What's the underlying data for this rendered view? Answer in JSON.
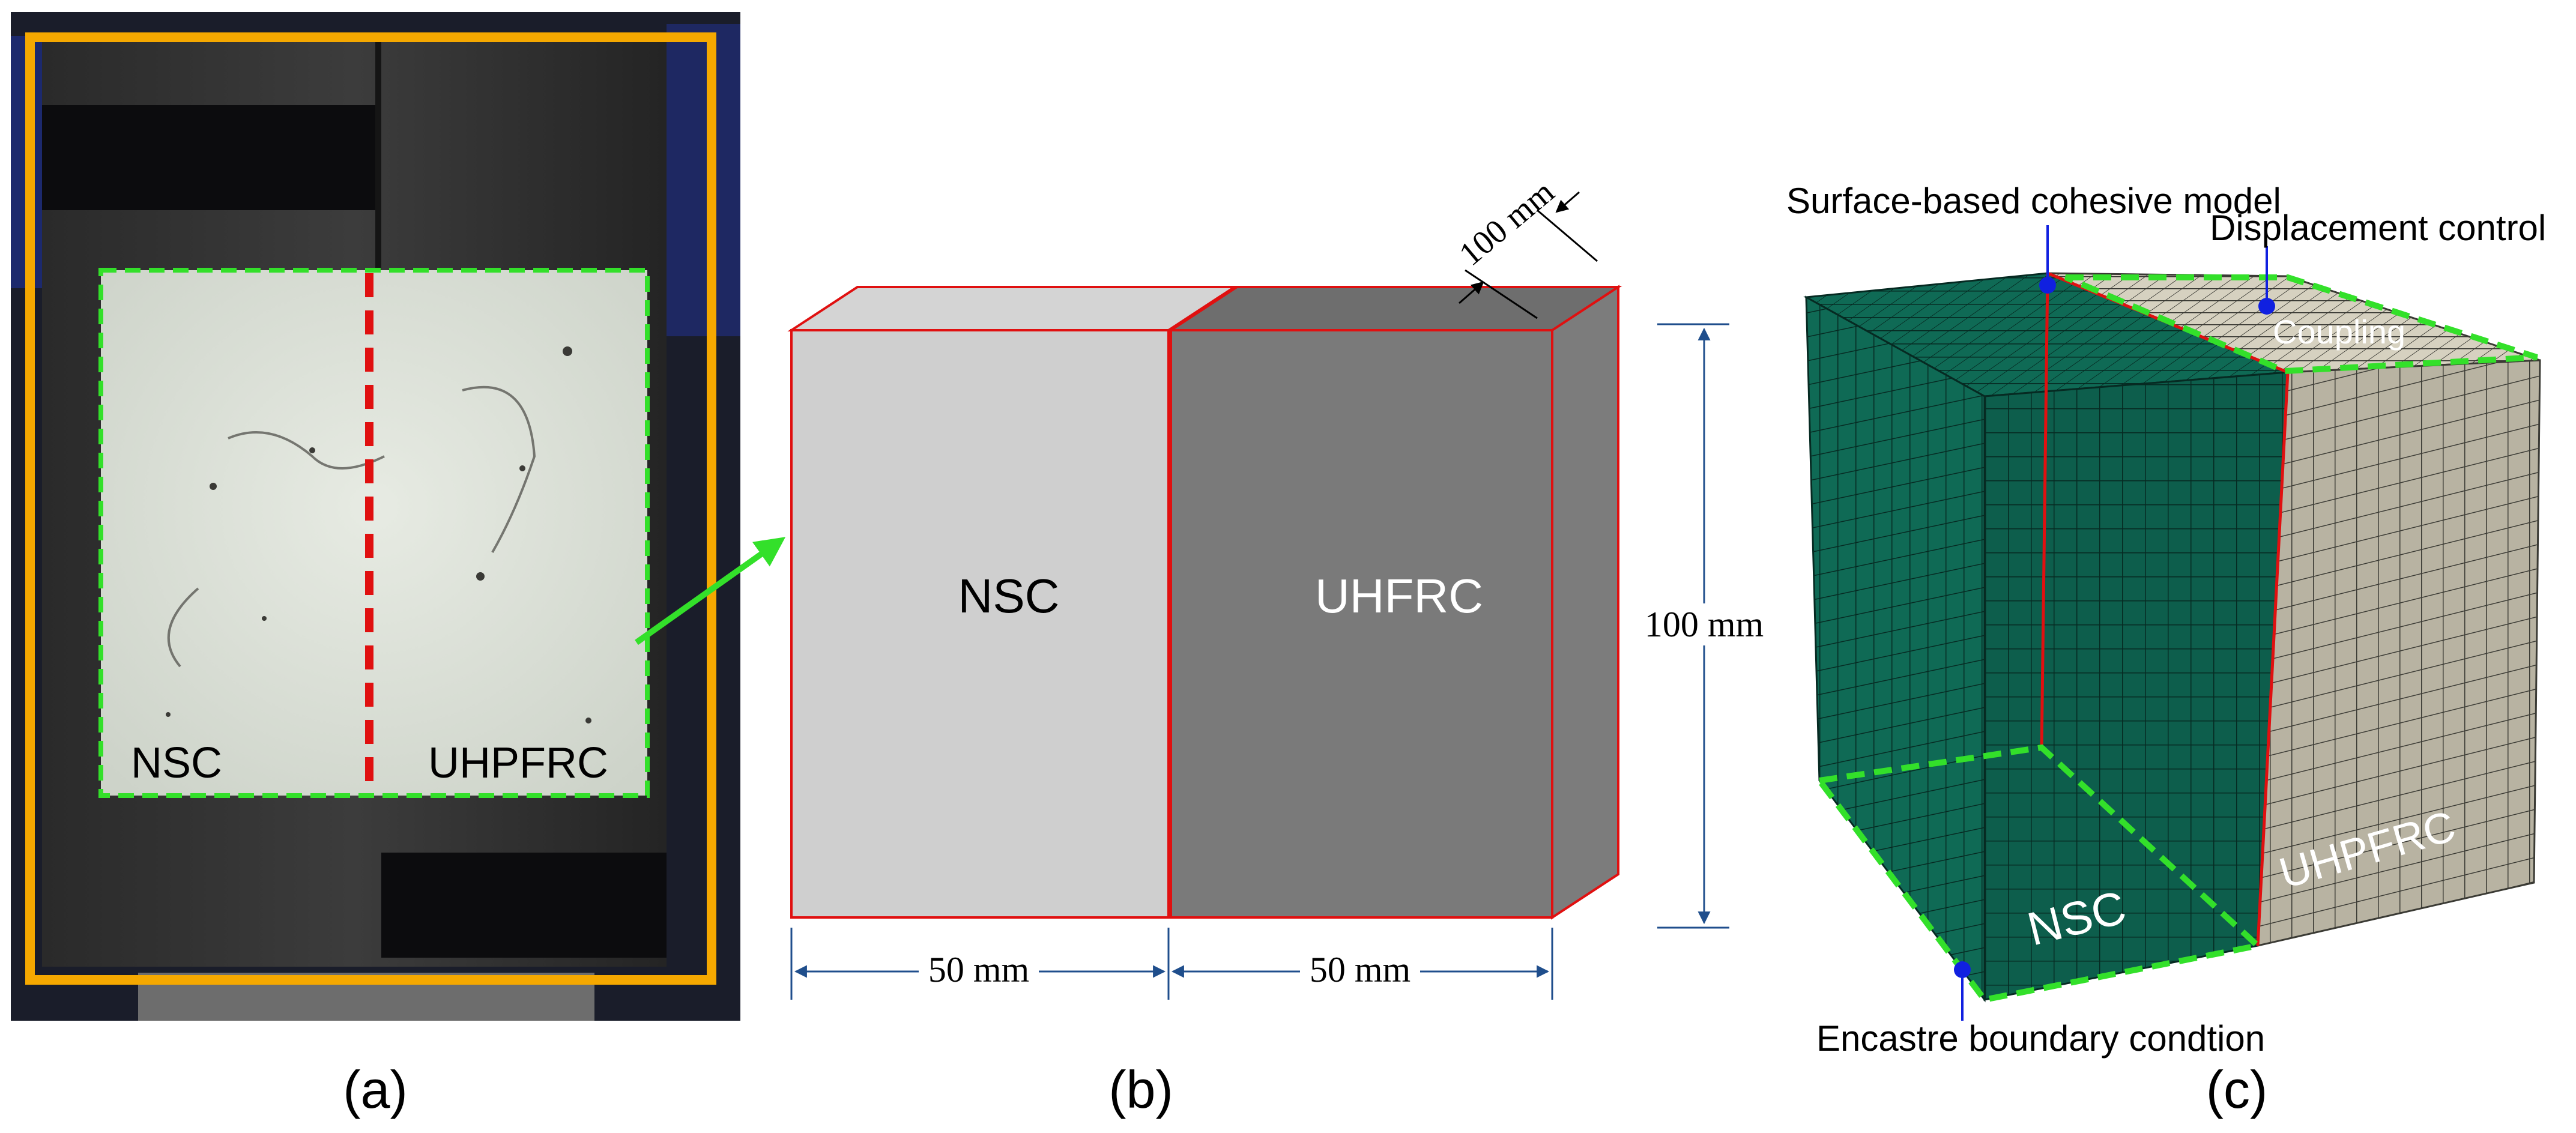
{
  "panel_a": {
    "label": "(a)",
    "left_text": "NSC",
    "right_text": "UHPFRC"
  },
  "panel_b": {
    "label": "(b)",
    "left_text": "NSC",
    "right_text": "UHFRC",
    "dim_width_left": "50  mm",
    "dim_width_right": "50  mm",
    "dim_height": "100  mm",
    "dim_depth": "100  mm"
  },
  "panel_c": {
    "label": "(c)",
    "cohesive_label": "Surface-based cohesive model",
    "displacement_label": "Displacement control",
    "coupling_label": "Coupling",
    "encastre_label": "Encastre boundary condtion",
    "nsc_text": "NSC",
    "uhpfrc_text": "UHPFRC"
  },
  "colors": {
    "frame_orange": "#f5a800",
    "dashed_green": "#33e02a",
    "interface_red": "#e01010",
    "dimension_blue": "#1f4e8c",
    "nsc_gray": "#cfcfcf",
    "uhfrc_gray": "#7a7a7a",
    "mesh_green": "#0d5e4c",
    "mesh_tan": "#b8b3a2",
    "marker_blue": "#1020e0"
  }
}
